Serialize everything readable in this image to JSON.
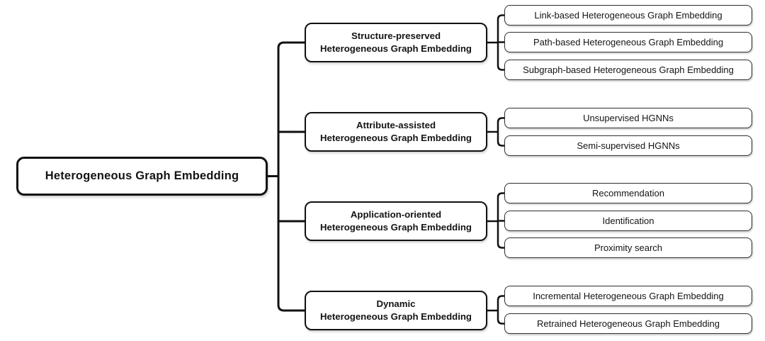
{
  "figure": {
    "background_color": "#ffffff",
    "line_color": "#111111",
    "text_color": "#141414",
    "root": {
      "label": "Heterogeneous Graph Embedding"
    },
    "branches": [
      {
        "label_lines": [
          "Structure-preserved",
          "Heterogeneous Graph Embedding"
        ],
        "children": [
          {
            "label": "Link-based Heterogeneous Graph Embedding"
          },
          {
            "label": "Path-based Heterogeneous Graph Embedding"
          },
          {
            "label": "Subgraph-based Heterogeneous Graph Embedding"
          }
        ]
      },
      {
        "label_lines": [
          "Attribute-assisted",
          "Heterogeneous Graph Embedding"
        ],
        "children": [
          {
            "label": "Unsupervised HGNNs"
          },
          {
            "label": "Semi-supervised HGNNs"
          }
        ]
      },
      {
        "label_lines": [
          "Application-oriented",
          "Heterogeneous Graph Embedding"
        ],
        "children": [
          {
            "label": "Recommendation"
          },
          {
            "label": "Identification"
          },
          {
            "label": "Proximity search"
          }
        ]
      },
      {
        "label_lines": [
          "Dynamic",
          "Heterogeneous Graph Embedding"
        ],
        "children": [
          {
            "label": "Incremental Heterogeneous Graph Embedding"
          },
          {
            "label": "Retrained Heterogeneous Graph Embedding"
          }
        ]
      }
    ]
  }
}
